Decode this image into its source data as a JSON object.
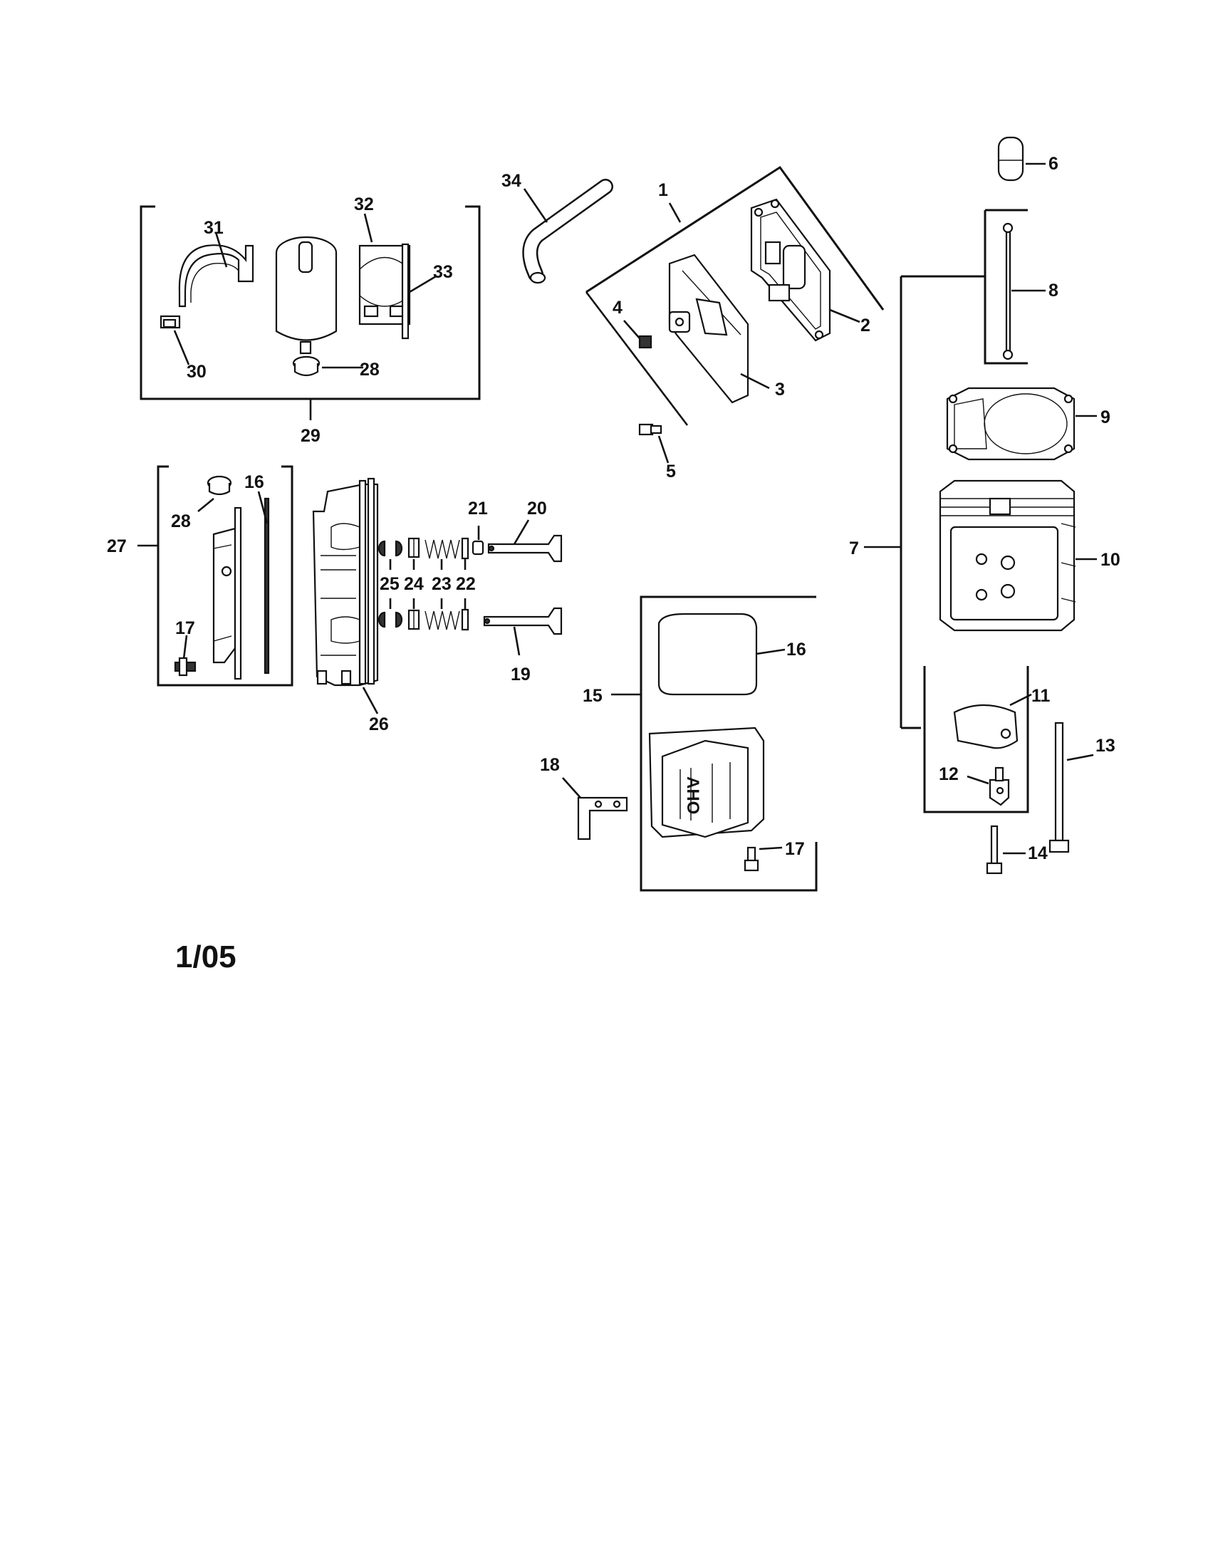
{
  "diagram": {
    "callouts": {
      "c1": "1",
      "c2": "2",
      "c3": "3",
      "c4": "4",
      "c5": "5",
      "c6": "6",
      "c7": "7",
      "c8": "8",
      "c9": "9",
      "c10": "10",
      "c11": "11",
      "c12": "12",
      "c13": "13",
      "c14": "14",
      "c15": "15",
      "c16a": "16",
      "c16b": "16",
      "c17a": "17",
      "c17b": "17",
      "c18": "18",
      "c19": "19",
      "c20": "20",
      "c21": "21",
      "c22": "22",
      "c23": "23",
      "c24": "24",
      "c25": "25",
      "c26": "26",
      "c27": "27",
      "c28a": "28",
      "c28b": "28",
      "c29": "29",
      "c30": "30",
      "c31": "31",
      "c32": "32",
      "c33": "33",
      "c34": "34"
    },
    "date_code": "1/05"
  }
}
